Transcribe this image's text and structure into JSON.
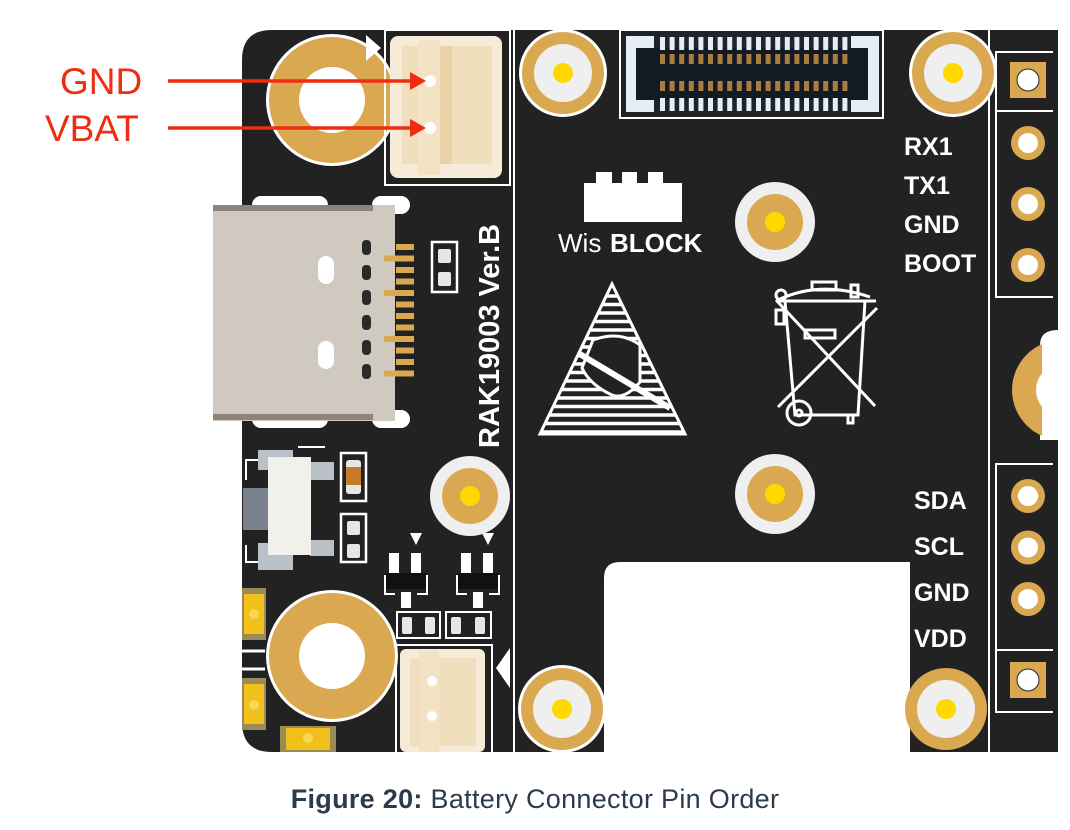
{
  "figure": {
    "number_label": "Figure 20:",
    "title": "Battery Connector Pin Order"
  },
  "callouts": [
    {
      "label": "GND",
      "target": "battery-connector-pin-1"
    },
    {
      "label": "VBAT",
      "target": "battery-connector-pin-2"
    }
  ],
  "board": {
    "version_label": "RAK19003 Ver.B",
    "logo": {
      "prefix": "Wis",
      "suffix": "BLOCK"
    },
    "uart_header": {
      "pins": [
        "RX1",
        "TX1",
        "GND",
        "BOOT"
      ]
    },
    "i2c_header": {
      "pins": [
        "SDA",
        "SCL",
        "GND",
        "VDD"
      ]
    },
    "symbols": [
      "esd-warning-symbol",
      "weee-crossed-bin-symbol"
    ]
  },
  "colors": {
    "pcb": "#222222",
    "copper": "#dba852",
    "callout": "#ee2d12",
    "silkscreen": "#ffffff",
    "caption": "#2b3a4d",
    "connector": "#f3e6cc",
    "usb_shell": "#cfc9c0",
    "pad_center": "#ffd800"
  }
}
